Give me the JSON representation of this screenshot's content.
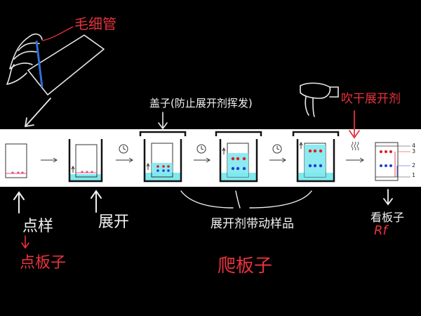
{
  "labels": {
    "capillary": "毛细管",
    "lid_note": "盖子(防止展开剂挥发)",
    "dry_note": "吹干展开剂",
    "spotting": "点样",
    "spotting_alt": "点板子",
    "developing": "展开",
    "carry_note": "展开剂带动样品",
    "climb": "爬板子",
    "read_plate": "看板子",
    "rf": "Rf"
  },
  "spot_numbers": [
    "4",
    "3",
    "2",
    "1"
  ],
  "colors": {
    "chalk": "#f2f2f2",
    "annotation_red": "#e8323c",
    "solvent": "#7fe9ee",
    "spot_red": "#e21d1d",
    "spot_blue": "#1f3fd8",
    "capillary": "#2f6fd6"
  }
}
